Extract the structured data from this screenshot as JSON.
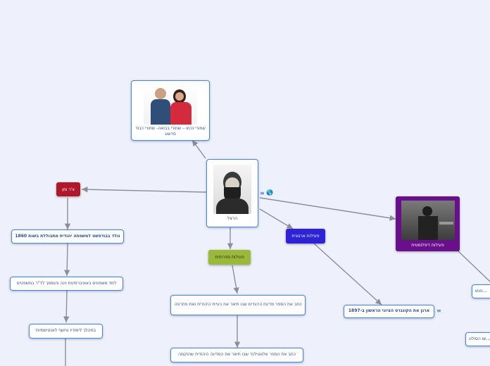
{
  "nodes": {
    "central": "הרצל",
    "shows": "שחורי נכחו – שחורי בבואה- שחורי כבוד סדשוג",
    "born": "צ'ר ומן",
    "literary": "פעילות ספרותית",
    "organizational": "פעילות ארגונית",
    "diplomatic": "פעילות דיפלומטית",
    "birth_year": "נולד בבודפשט למשפחה יהודית מתבוללת בשנת 1860",
    "law_studies": "למד משפטים באוניברסיטת וינה והוסמך לד\"ר במשפטים",
    "antisemitism": "במהלך לימודיו נחשף לאנטישמיות",
    "jewish_state": "כתב את הספר מדינת היהודים שבו תיאר את בעיית היהודית ואת פתרונה",
    "altneuland": "כתב את הספר אלטנוילנד שבו תיאר את המדינה היהודית שהוקמה",
    "congress": "ארגן את הקונגרס הציוני הראשון ב-1897",
    "right_edge_1": "...פגש",
    "right_edge_2": "...שו הסולט"
  },
  "colors": {
    "link": "#8a8f99",
    "node_border": "#4a86d6",
    "born_pill": "#b0172a",
    "literary_pill": "#9ab83a",
    "org_pill": "#2e22d6",
    "diplomatic_card": "#6a0f8c",
    "background": "#eef1fb"
  },
  "icons": [
    "globe-icon",
    "notes-icon"
  ]
}
